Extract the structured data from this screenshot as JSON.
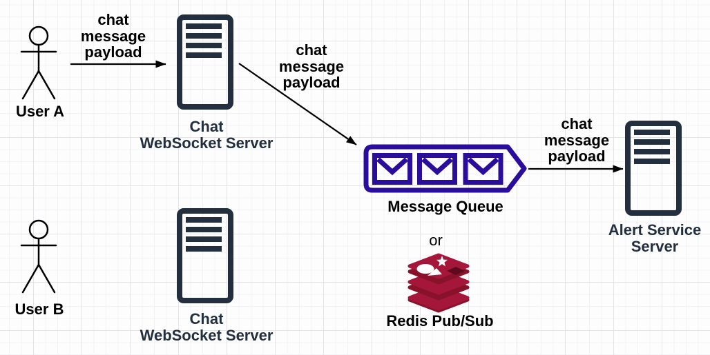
{
  "colors": {
    "server_stroke": "#232f3e",
    "server_label": "#232f3e",
    "queue_purple": "#2a0d9a",
    "text_black": "#000000",
    "arrow_black": "#000000",
    "redis_red": "#a5173a",
    "redis_dark_red": "#871229",
    "redis_hole_red": "#5e0a1e",
    "grid_major": "#e3e3e8",
    "grid_minor": "#f2f2f5"
  },
  "icons": {
    "user": "person-stick-figure-icon",
    "server": "server-rack-icon",
    "queue": "message-queue-envelopes-icon",
    "redis": "redis-database-stack-icon"
  },
  "actors": {
    "user_a": {
      "label": "User A"
    },
    "user_b": {
      "label": "User B"
    }
  },
  "servers": {
    "chat_ws_1": {
      "line1": "Chat",
      "line2": "WebSocket Server"
    },
    "chat_ws_2": {
      "line1": "Chat",
      "line2": "WebSocket Server"
    },
    "alert": {
      "line1": "Alert Service",
      "line2": "Server"
    }
  },
  "queue": {
    "label": "Message Queue"
  },
  "alternative": {
    "conjunction": "or",
    "label": "Redis Pub/Sub"
  },
  "edges": {
    "user_a_to_ws": {
      "lines": [
        "chat",
        "message",
        "payload"
      ]
    },
    "ws_to_queue": {
      "lines": [
        "chat",
        "message",
        "payload"
      ]
    },
    "queue_to_alert": {
      "lines": [
        "chat",
        "message",
        "payload"
      ]
    }
  }
}
